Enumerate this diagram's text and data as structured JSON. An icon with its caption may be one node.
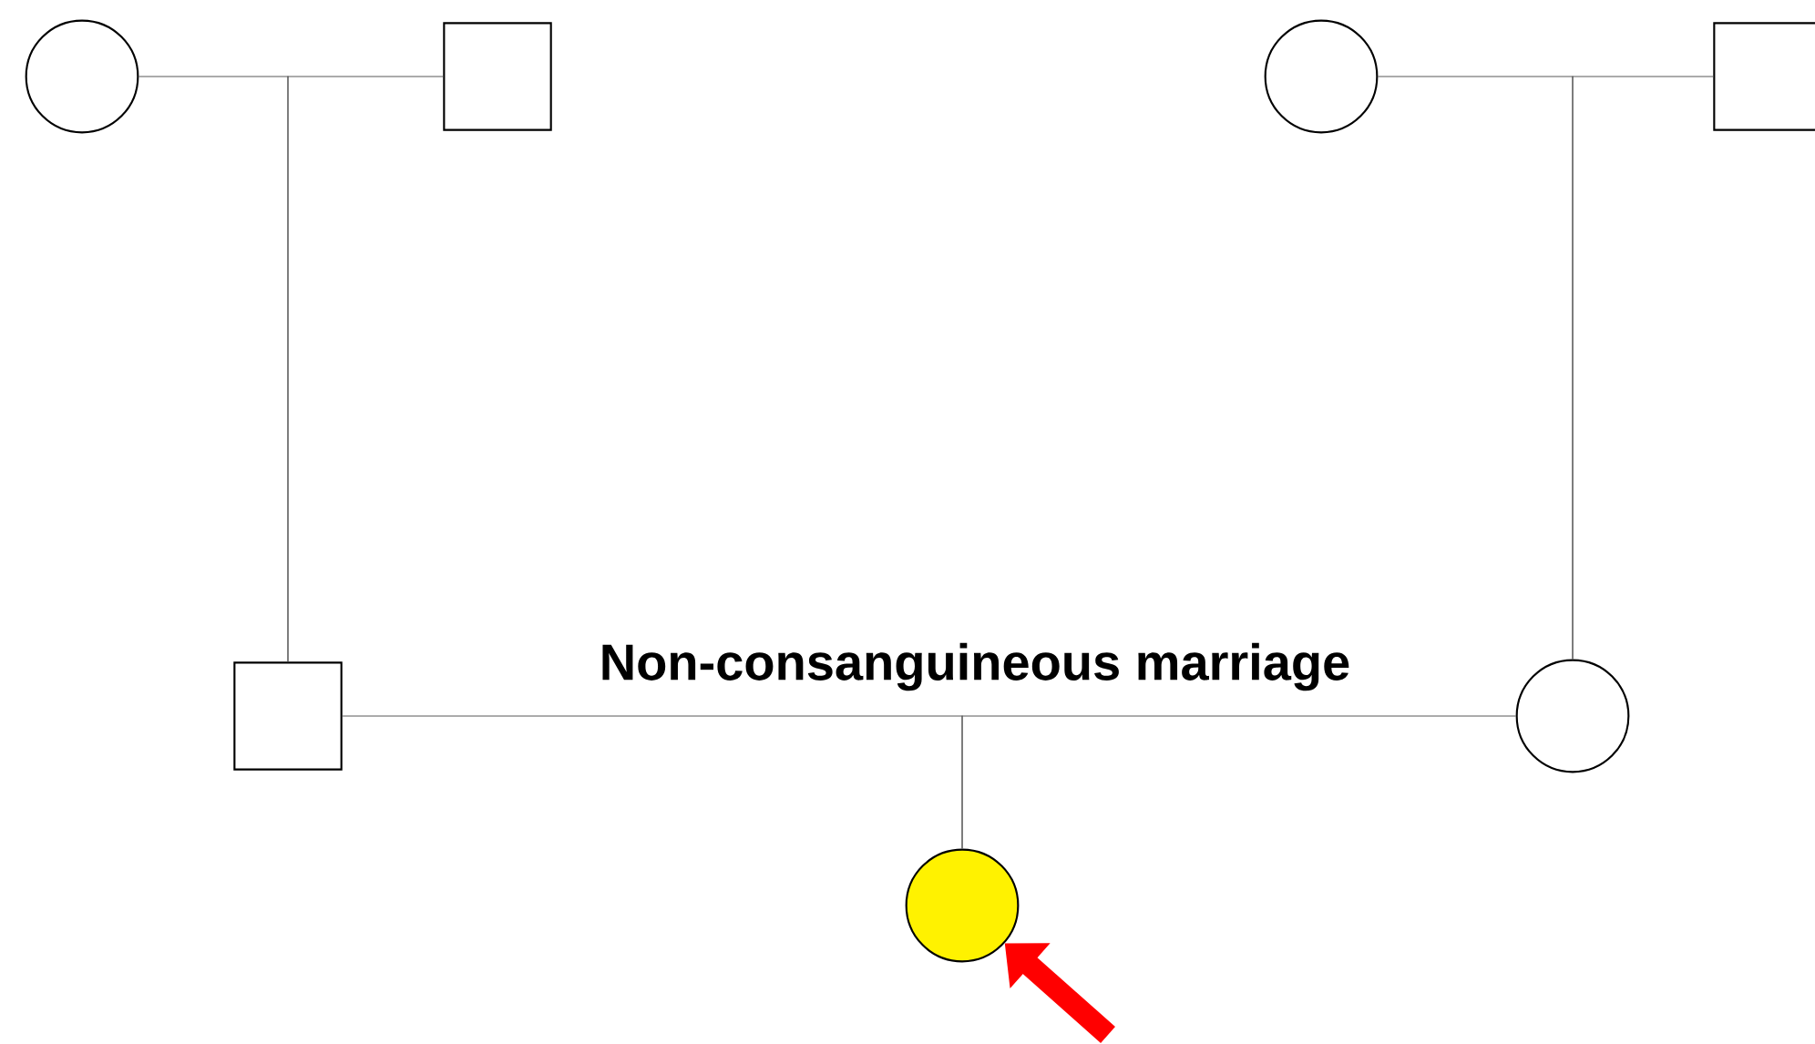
{
  "diagram": {
    "nodes": [
      {
        "text": [],
        "shape": "circle"
      },
      {
        "text": [],
        "shape": "box"
      },
      {
        "text": [],
        "shape": "circle"
      },
      {
        "text": [],
        "shape": "box"
      },
      {
        "text": [],
        "shape": "box"
      },
      {
        "text": [],
        "shape": "circle"
      },
      {
        "text": [],
        "shape": "circle"
      }
    ],
    "edges": [
      {
        "from": 0,
        "to": 4,
        "arrow": "none"
      },
      {
        "from": 1,
        "to": 4,
        "arrow": "none"
      },
      {
        "from": 2,
        "to": 5,
        "arrow": "none"
      },
      {
        "from": 3,
        "to": 5,
        "arrow": "none"
      },
      {
        "from": 4,
        "to": 6,
        "arrow": "none"
      },
      {
        "from": 5,
        "to": 6,
        "arrow": "none"
      },
      {
        "from": null,
        "to": 6,
        "arrow": "to",
        "style": "thick",
        "color": "#ff0000"
      }
    ],
    "labels": [
      "Non-consanguineous marriage"
    ]
  }
}
